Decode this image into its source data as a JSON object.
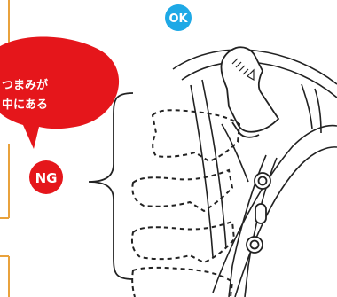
{
  "badges": {
    "ok_label": "OK",
    "ng_label": "NG"
  },
  "callout": {
    "line1": "つまみが",
    "line2": "中にある"
  },
  "colors": {
    "ok_badge": "#1ea9e6",
    "ng_badge": "#e5161b",
    "callout_bg": "#e5161b",
    "frame_line": "#e9a23c",
    "drawing": "#222222"
  }
}
